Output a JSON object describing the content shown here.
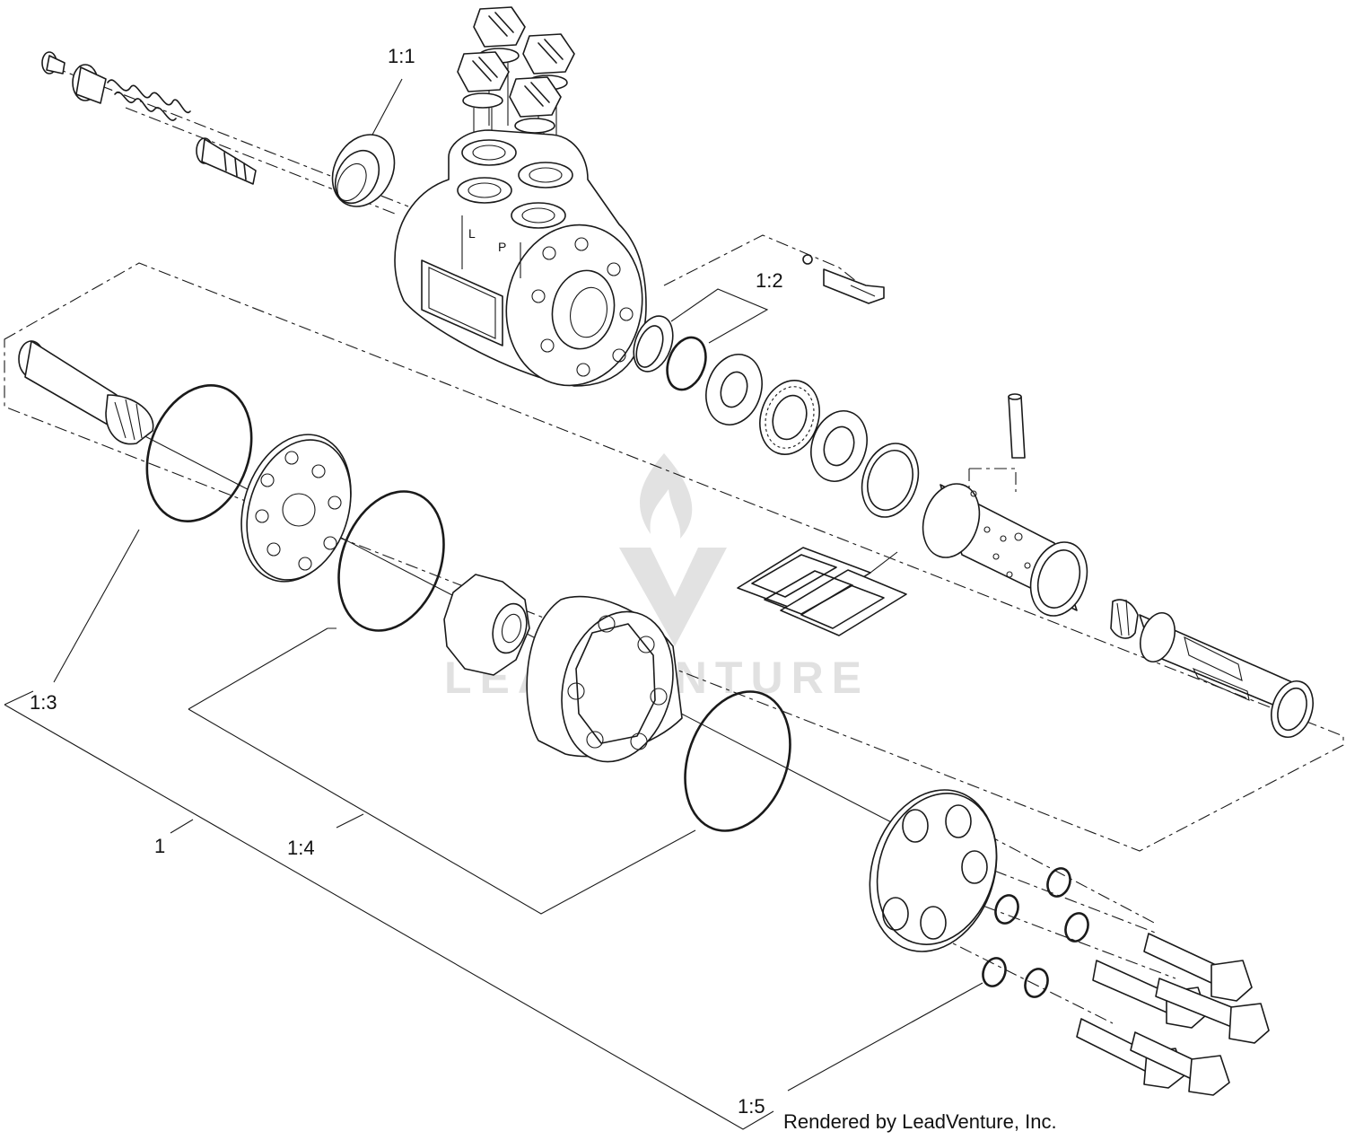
{
  "callouts": {
    "c1_1": "1:1",
    "c1_2": "1:2",
    "c1_3": "1:3",
    "c1_4": "1:4",
    "c1": "1",
    "c1_5": "1:5"
  },
  "port_labels": {
    "left": "L",
    "right": "P"
  },
  "footer": "Rendered by LeadVenture, Inc.",
  "watermark": "LEADVENTURE",
  "colors": {
    "line": "#1a1a1a",
    "watermark": "#d2d2d2",
    "background": "#ffffff"
  }
}
